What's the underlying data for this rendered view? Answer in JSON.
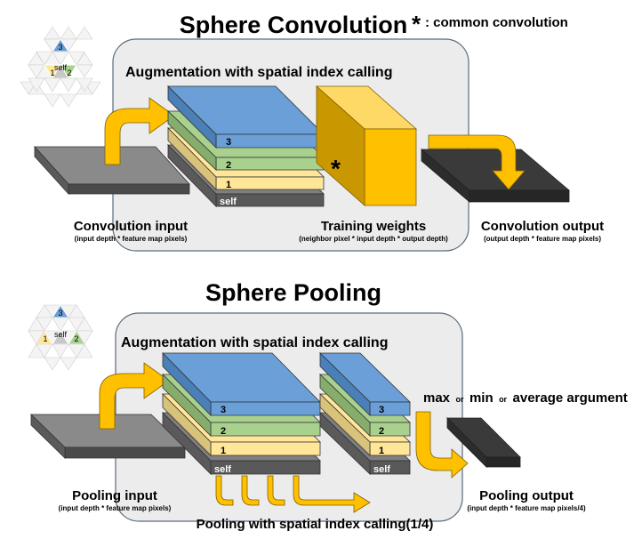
{
  "conv": {
    "title": "Sphere Convolution",
    "star": "*",
    "common_note": ": common convolution",
    "aug_label": "Augmentation with spatial index calling",
    "input_title": "Convolution input",
    "input_sub": "(input depth * feature map pixels)",
    "weights_title": "Training weights",
    "weights_sub": "(neighbor pixel * input depth * output depth)",
    "weights_star": "*",
    "output_title": "Convolution output",
    "output_sub": "(output depth * feature map pixels)",
    "layers": [
      "3",
      "2",
      "1",
      "self"
    ],
    "hex": {
      "top": "3",
      "left": "1",
      "center": "self",
      "right": "2"
    }
  },
  "pool": {
    "title": "Sphere Pooling",
    "aug_label": "Augmentation with spatial index calling",
    "input_title": "Pooling input",
    "input_sub": "(input depth * feature map pixels)",
    "arg_max": "max",
    "arg_or1": "or",
    "arg_min": "min",
    "arg_or2": "or",
    "arg_avg": "average argument",
    "output_title": "Pooling output",
    "output_sub": "(input depth * feature map pixels/4)",
    "layers": [
      "3",
      "2",
      "1",
      "self"
    ],
    "small_layers": [
      "3",
      "2",
      "1",
      "self"
    ],
    "pool_label": "Pooling with spatial index calling(1/4)",
    "hex": {
      "top": "3",
      "left": "1",
      "center": "self",
      "right": "2"
    }
  },
  "colors": {
    "blue": "#6a9fd8",
    "green": "#a9d18e",
    "yellow": "#ffe699",
    "gray": "#6e6e6e",
    "dark": "#333333",
    "gold": "#ffc000",
    "panel": "#ececec"
  }
}
